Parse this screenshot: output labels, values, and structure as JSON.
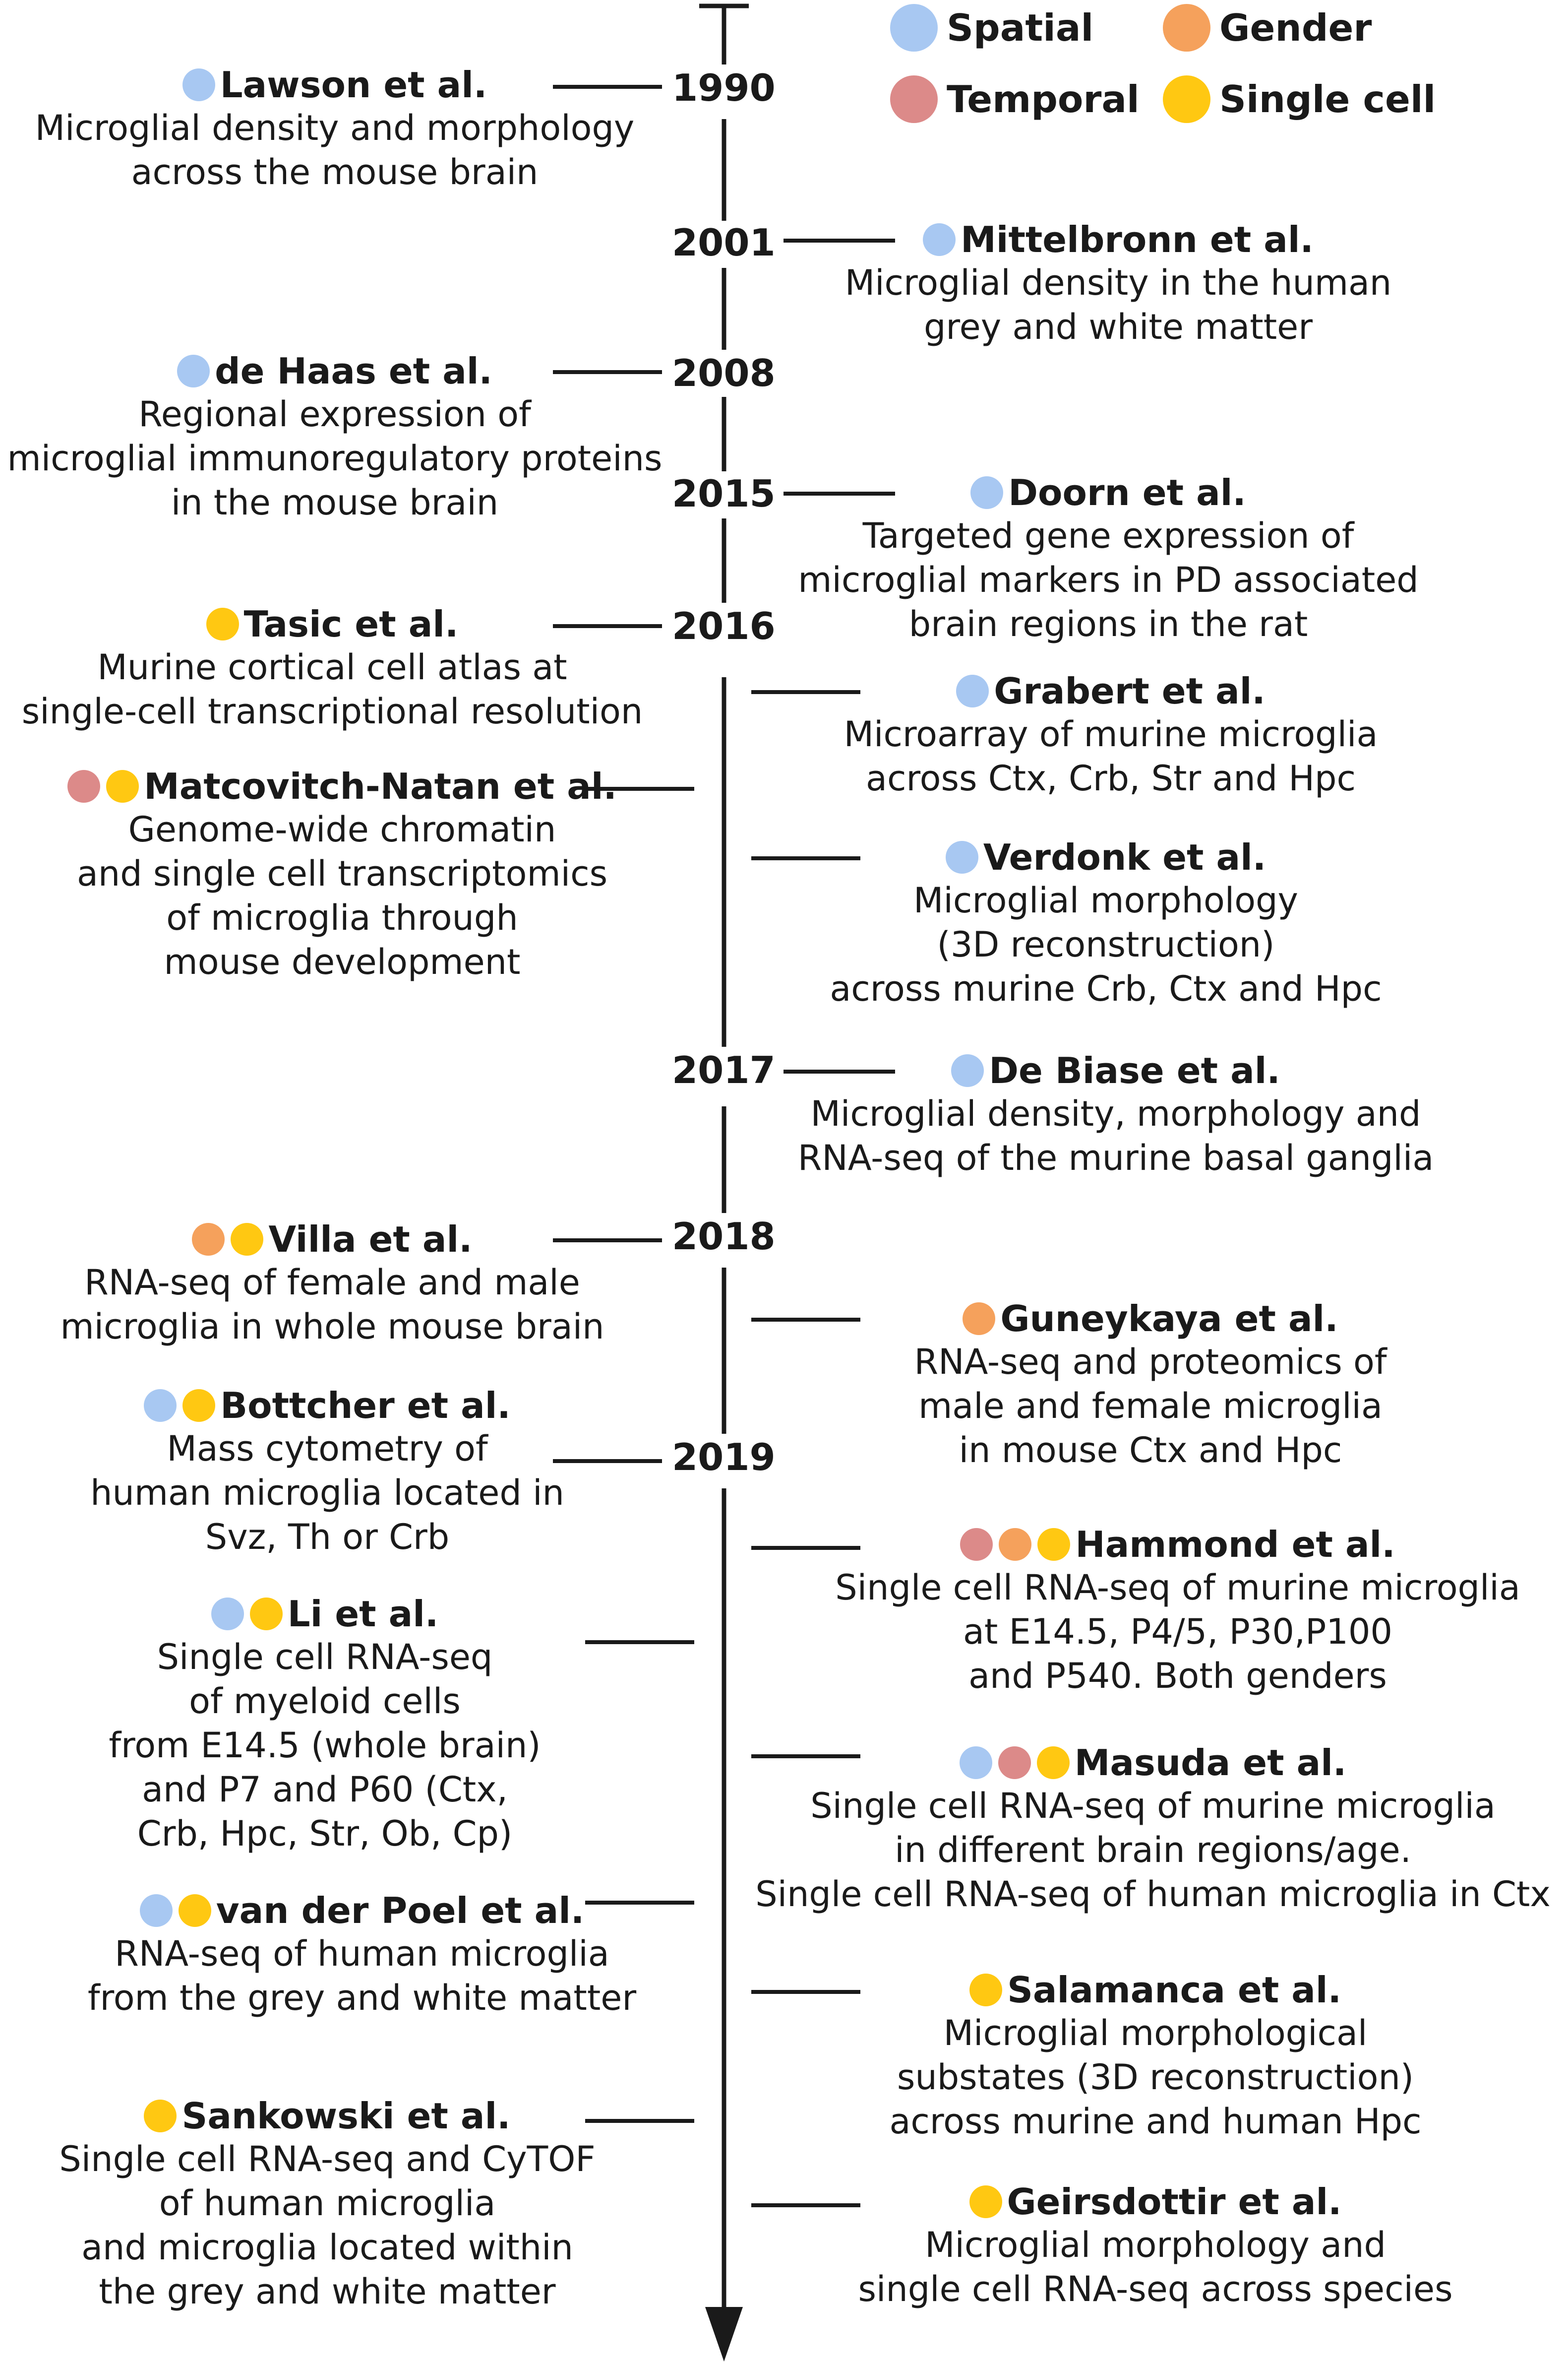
{
  "legend": [
    {
      "label": "Spatial",
      "color": "#a8c8f2",
      "type": "spatial"
    },
    {
      "label": "Gender",
      "color": "#f5a15c",
      "type": "gender"
    },
    {
      "label": "Temporal",
      "color": "#dc8a89",
      "type": "temporal"
    },
    {
      "label": "Single cell",
      "color": "#ffc812",
      "type": "single"
    }
  ],
  "years": [
    "1990",
    "2001",
    "2008",
    "2015",
    "2016",
    "2017",
    "2018",
    "2019"
  ],
  "entries": [
    {
      "author": "Lawson et al.",
      "dots": [
        "spatial"
      ],
      "desc": "Microglial density and morphology\nacross the mouse brain"
    },
    {
      "author": "Mittelbronn et al.",
      "dots": [
        "spatial"
      ],
      "desc": "Microglial density in the human\ngrey and white matter"
    },
    {
      "author": "de Haas et al.",
      "dots": [
        "spatial"
      ],
      "desc": "Regional expression of\nmicroglial immunoregulatory proteins\nin the mouse brain"
    },
    {
      "author": "Doorn et al.",
      "dots": [
        "spatial"
      ],
      "desc": "Targeted gene expression of\nmicroglial markers in PD associated\nbrain regions in the rat"
    },
    {
      "author": "Tasic et al.",
      "dots": [
        "single"
      ],
      "desc": "Murine cortical cell atlas at\nsingle-cell transcriptional resolution"
    },
    {
      "author": "Grabert et al.",
      "dots": [
        "spatial"
      ],
      "desc": "Microarray of murine microglia\nacross Ctx, Crb, Str and Hpc"
    },
    {
      "author": "Matcovitch-Natan et al.",
      "dots": [
        "temporal",
        "single"
      ],
      "desc": "Genome-wide chromatin\nand single cell transcriptomics\nof microglia through\nmouse development"
    },
    {
      "author": "Verdonk et al.",
      "dots": [
        "spatial"
      ],
      "desc": "Microglial morphology\n(3D reconstruction)\nacross murine Crb, Ctx and Hpc"
    },
    {
      "author": "De Biase et al.",
      "dots": [
        "spatial"
      ],
      "desc": "Microglial density, morphology and\nRNA-seq of the murine basal ganglia"
    },
    {
      "author": "Villa et al.",
      "dots": [
        "gender",
        "single"
      ],
      "desc": "RNA-seq of female and male\nmicroglia in whole mouse brain"
    },
    {
      "author": "Guneykaya et al.",
      "dots": [
        "gender"
      ],
      "desc": "RNA-seq and proteomics of\nmale and female microglia\nin mouse Ctx and Hpc"
    },
    {
      "author": "Bottcher et al.",
      "dots": [
        "spatial",
        "single"
      ],
      "desc": "Mass cytometry of\nhuman microglia located in\nSvz, Th or Crb"
    },
    {
      "author": "Hammond et al.",
      "dots": [
        "temporal",
        "gender",
        "single"
      ],
      "desc": "Single cell RNA-seq of murine microglia\nat E14.5, P4/5, P30,P100\nand P540. Both genders"
    },
    {
      "author": "Li et al.",
      "dots": [
        "spatial",
        "single"
      ],
      "desc": "Single cell RNA-seq\nof myeloid cells\nfrom E14.5 (whole brain)\nand P7 and P60 (Ctx,\nCrb, Hpc, Str, Ob, Cp)"
    },
    {
      "author": "Masuda et al.",
      "dots": [
        "spatial",
        "temporal",
        "single"
      ],
      "desc": "Single cell RNA-seq of murine microglia\nin different brain regions/age.\nSingle cell RNA-seq of human microglia in Ctx"
    },
    {
      "author": "van der Poel et al.",
      "dots": [
        "spatial",
        "single"
      ],
      "desc": "RNA-seq of human microglia\nfrom the grey and white matter"
    },
    {
      "author": "Salamanca et al.",
      "dots": [
        "single"
      ],
      "desc": "Microglial morphological\nsubstates (3D reconstruction)\nacross murine and human Hpc"
    },
    {
      "author": "Sankowski et al.",
      "dots": [
        "single"
      ],
      "desc": "Single cell RNA-seq and CyTOF\nof human microglia\nand microglia located within\nthe grey and white matter"
    },
    {
      "author": "Geirsdottir et al.",
      "dots": [
        "single"
      ],
      "desc": "Microglial morphology and\nsingle cell RNA-seq across species"
    }
  ]
}
